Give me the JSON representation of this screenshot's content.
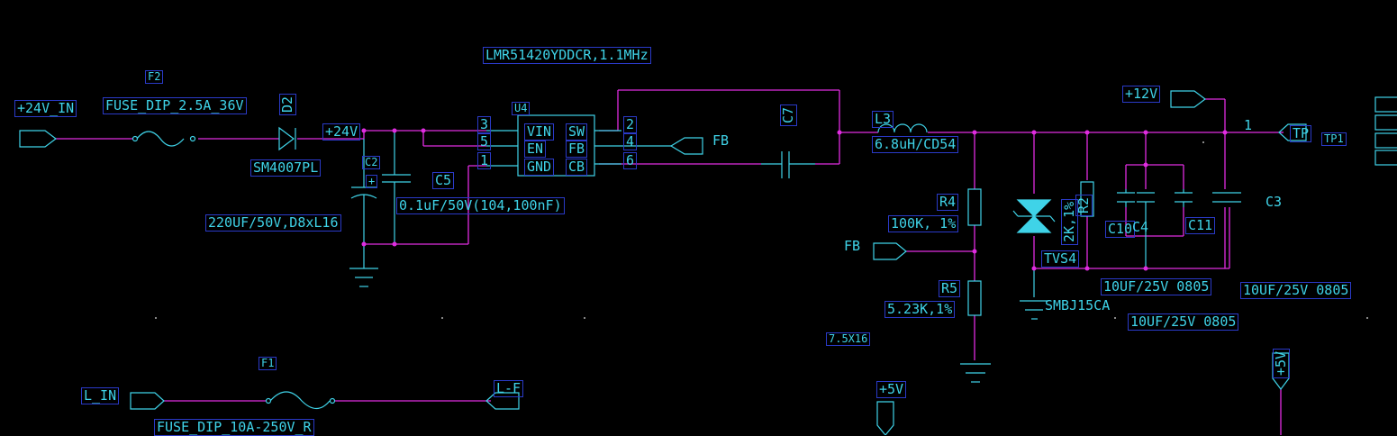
{
  "schematic": {
    "ic": {
      "refdes": "U4",
      "part": "LMR51420YDDCR,1.1MHz",
      "pins_left": [
        {
          "num": "3",
          "name": "VIN"
        },
        {
          "num": "5",
          "name": "EN"
        },
        {
          "num": "1",
          "name": "GND"
        }
      ],
      "pins_right": [
        {
          "name": "SW",
          "num": "2"
        },
        {
          "name": "FB",
          "num": "4"
        },
        {
          "name": "CB",
          "num": "6"
        }
      ]
    },
    "ports": {
      "in24": "+24V_IN",
      "net24": "+24V",
      "fb_out": "FB",
      "fb_in": "FB",
      "v12": "+12V",
      "tp": "TP",
      "l_in": "L_IN",
      "lf": "L-F",
      "v5a": "+5V",
      "v5b": "+5V"
    },
    "components": {
      "f2_ref": "F2",
      "f2_val": "FUSE_DIP_2.5A_36V",
      "d2_ref": "D2",
      "d2_val": "SM4007PL",
      "c2_ref": "C2",
      "c2_val": "220UF/50V,D8xL16",
      "c5_ref": "C5",
      "c5_val": "0.1uF/50V(104,100nF)",
      "c7_ref": "C7",
      "l3_ref": "L3",
      "l3_val": "6.8uH/CD54",
      "r4_ref": "R4",
      "r4_val": "100K, 1%",
      "r5_ref": "R5",
      "r5_val": "5.23K,1%",
      "pkg": "7.5X16",
      "tvs_ref": "TVS4",
      "tvs_val": "SMBJ15CA",
      "r2_ref": "R2",
      "r2_val": "2K,1%",
      "c10_ref": "C10",
      "c4_ref": "C4",
      "c11_ref": "C11",
      "c3_ref": "C3",
      "cap_val_a": "10UF/25V  0805",
      "cap_val_b": "10UF/25V  0805",
      "cap_val_c": "10UF/25V  0805",
      "tp1_ref": "TP1",
      "tp1_pin": "1",
      "f1_ref": "F1",
      "f1_val": "FUSE_DIP_10A-250V_R"
    }
  },
  "colors": {
    "background": "#000000",
    "wire": "#e02ce0",
    "symbol": "#3fd3e8",
    "label_border": "#2a3ac8"
  }
}
